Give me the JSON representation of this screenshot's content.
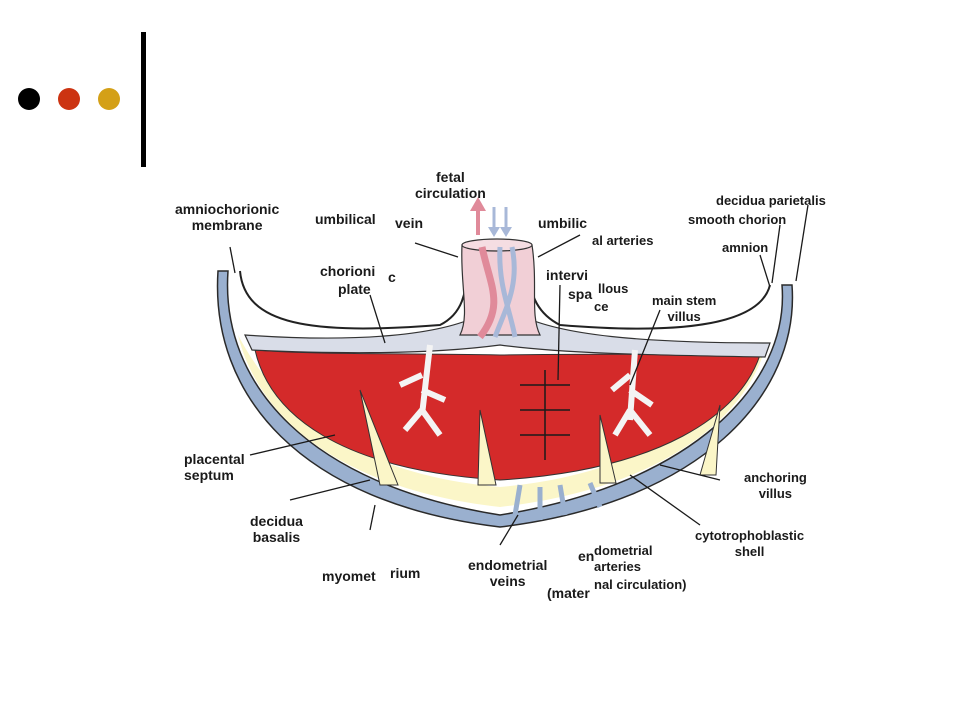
{
  "colors": {
    "dot1": "#000000",
    "dot2": "#cc3311",
    "dot3": "#d4a017",
    "blood": "#d42a2a",
    "membrane": "#9ab0cf",
    "decidua": "#fbf6c8"
  },
  "labels": {
    "fetal_circulation": "fetal\ncirculation",
    "amniochorionic": "amniochorionic\nmembrane",
    "umbilical_vein_a": "umbilical",
    "umbilical_vein_b": "vein",
    "umbilical_art_a": "umbilic",
    "umbilical_art_b": "al arteries",
    "decidua_parietalis": "decidua parietalis",
    "smooth_chorion": "smooth chorion",
    "amnion": "amnion",
    "chorionic_a": "chorioni",
    "chorionic_c": "c",
    "chorionic_plate": "plate",
    "interv_a": "intervi",
    "interv_b": "spa",
    "villous_a": "llous",
    "villous_b": "ce",
    "main_stem": "main stem\nvillus",
    "placental_septum": "placental\nseptum",
    "decidua_basalis": "decidua\nbasalis",
    "myomet": "myomet",
    "rium": "rium",
    "endo_veins": "endometrial\nveins",
    "mater": "(mater",
    "en": "en",
    "endo_arteries": "dometrial\narteries",
    "nal_circ": "nal circulation)",
    "anchoring": "anchoring\nvillus",
    "cytotropho": "cytotrophoblastic\nshell"
  }
}
